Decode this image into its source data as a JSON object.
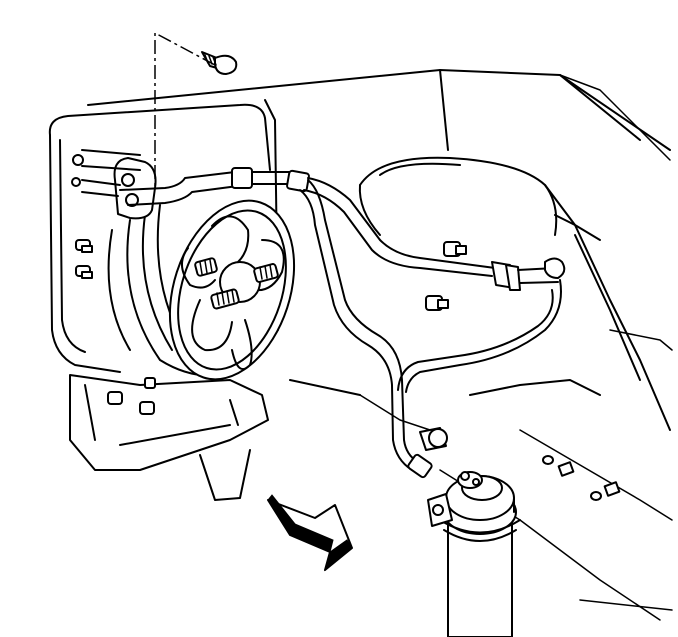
{
  "diagram": {
    "kind": "technical line drawing",
    "depicts": "ac-compressor-hose-assembly",
    "colors": {
      "ink": "#000000",
      "paper": "#ffffff"
    },
    "parts": [
      {
        "name": "mounting-bolt-icon"
      },
      {
        "name": "engine-block-outline"
      },
      {
        "name": "compressor-clutch-pulley"
      },
      {
        "name": "compressor-outlet-fitting"
      },
      {
        "name": "ac-hose-assembly"
      },
      {
        "name": "hose-connector-fitting"
      },
      {
        "name": "fender-wall-outline"
      },
      {
        "name": "accumulator-dryer"
      },
      {
        "name": "front-direction-arrow-icon"
      }
    ]
  }
}
